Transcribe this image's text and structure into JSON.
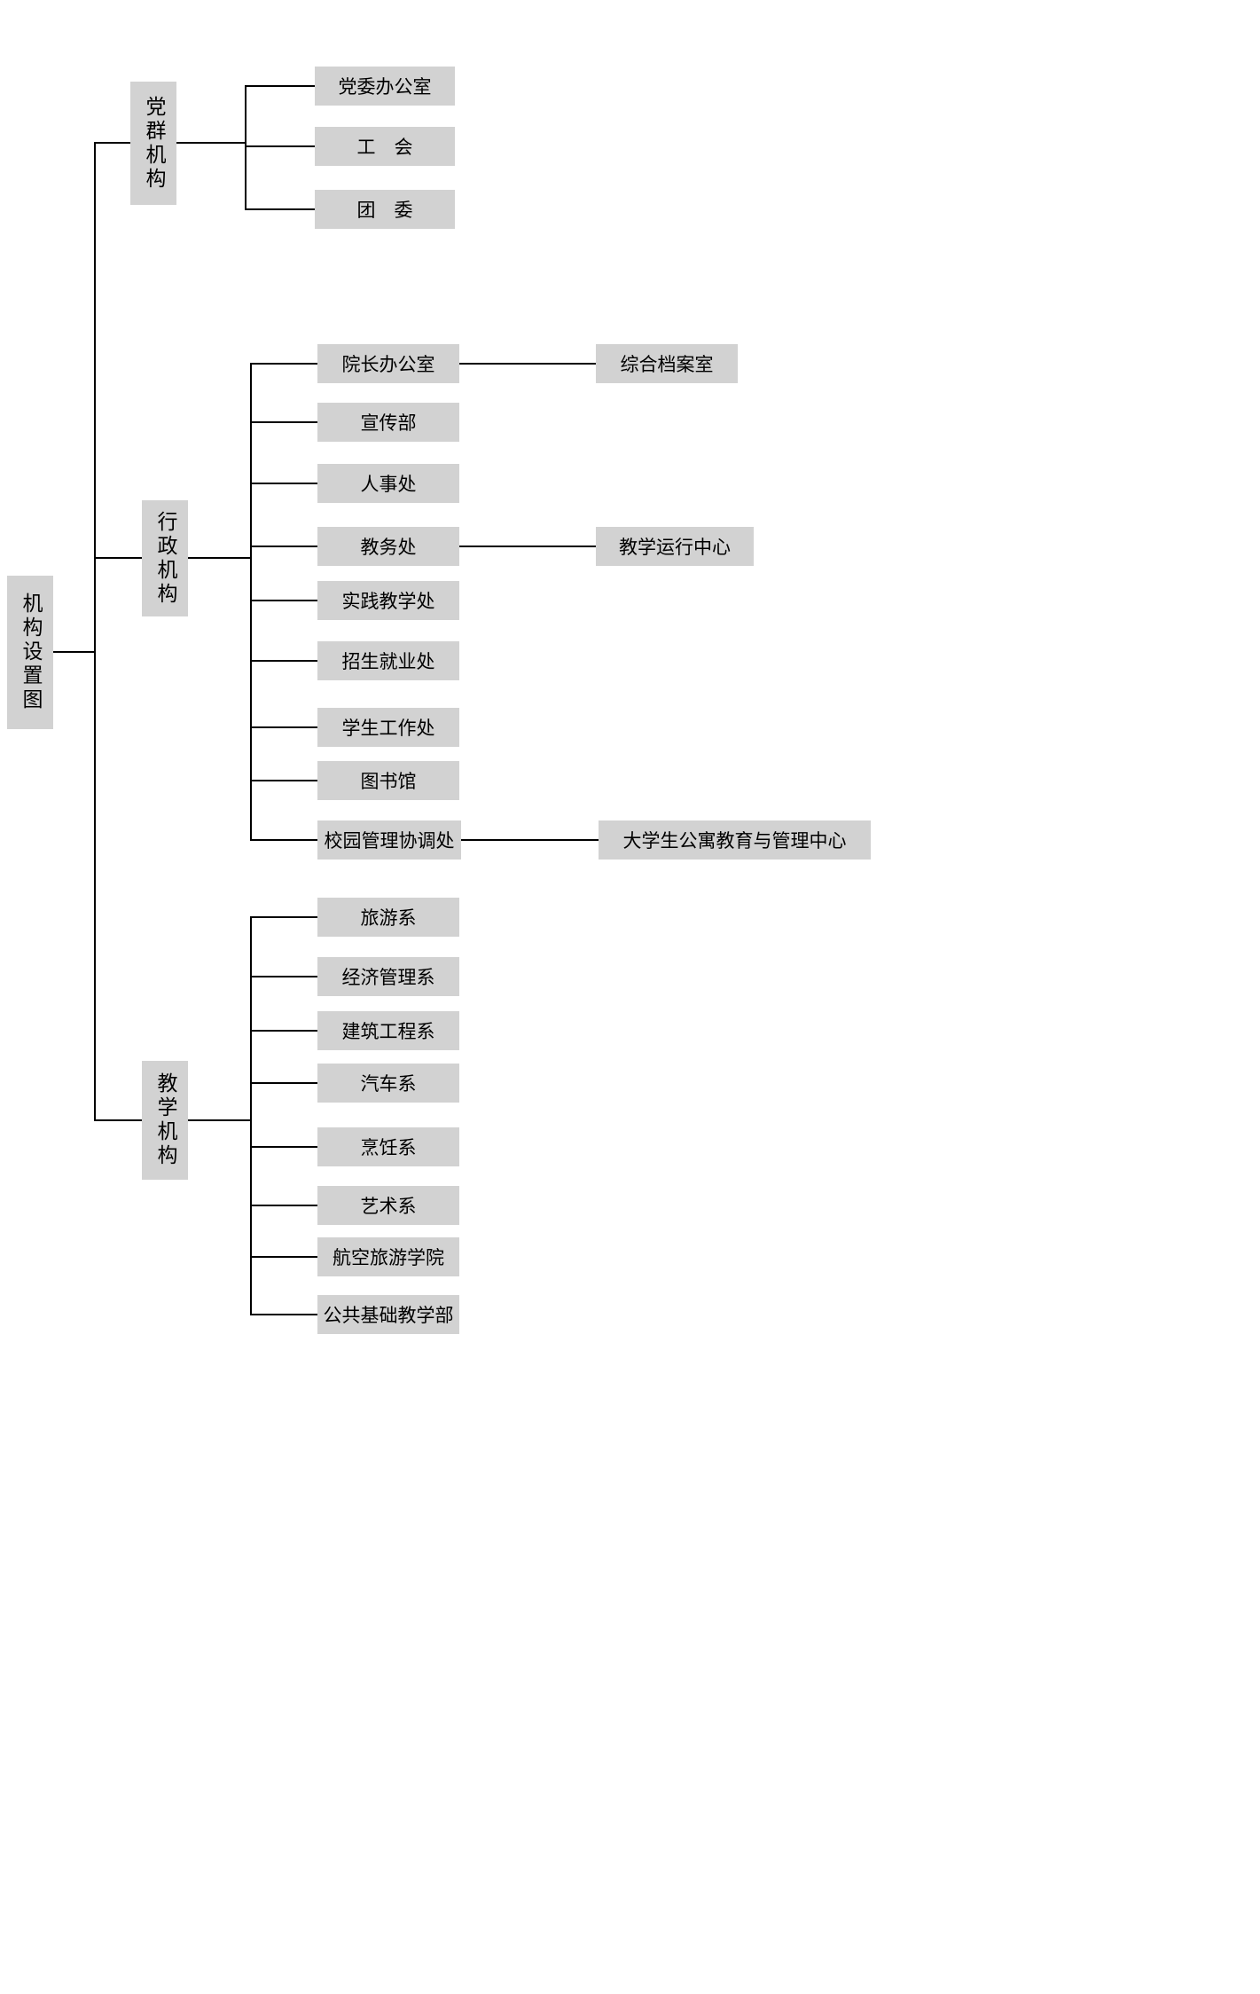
{
  "root": {
    "label": "机构设置图"
  },
  "branches": [
    {
      "label": "党群机构",
      "children": [
        {
          "label": "党委办公室"
        },
        {
          "label": "工　会"
        },
        {
          "label": "团　委"
        }
      ]
    },
    {
      "label": "行政机构",
      "children": [
        {
          "label": "院长办公室",
          "sub": {
            "label": "综合档案室"
          }
        },
        {
          "label": "宣传部"
        },
        {
          "label": "人事处"
        },
        {
          "label": "教务处",
          "sub": {
            "label": "教学运行中心"
          }
        },
        {
          "label": "实践教学处"
        },
        {
          "label": "招生就业处"
        },
        {
          "label": "学生工作处"
        },
        {
          "label": "图书馆"
        },
        {
          "label": "校园管理协调处",
          "sub": {
            "label": "大学生公寓教育与管理中心"
          }
        }
      ]
    },
    {
      "label": "教学机构",
      "children": [
        {
          "label": "旅游系"
        },
        {
          "label": "经济管理系"
        },
        {
          "label": "建筑工程系"
        },
        {
          "label": "汽车系"
        },
        {
          "label": "烹饪系"
        },
        {
          "label": "艺术系"
        },
        {
          "label": "航空旅游学院"
        },
        {
          "label": "公共基础教学部"
        }
      ]
    }
  ]
}
